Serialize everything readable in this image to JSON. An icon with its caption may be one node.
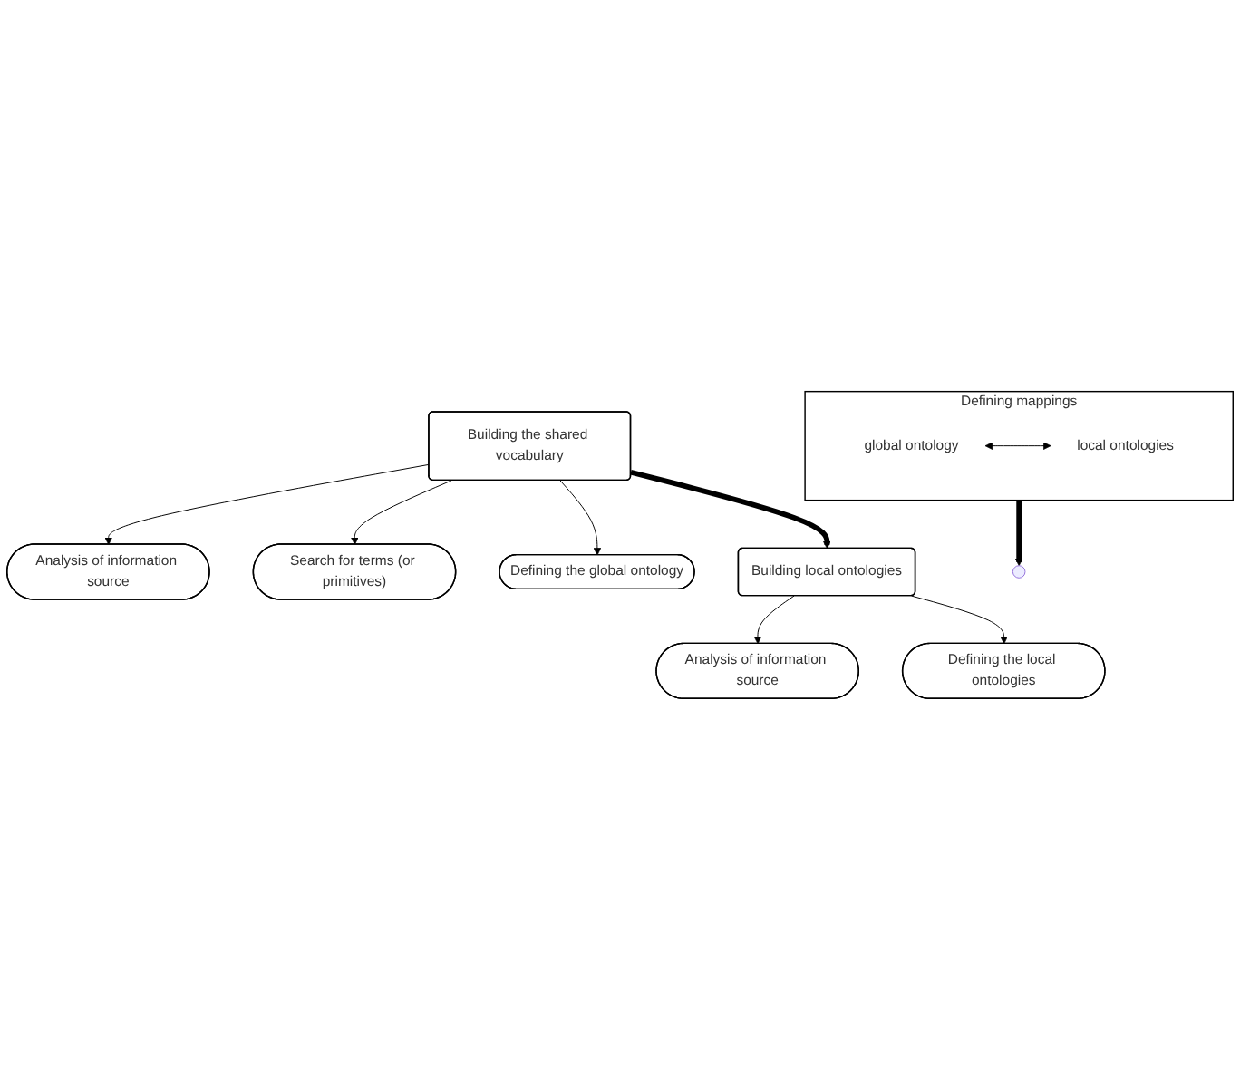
{
  "diagram": {
    "nodes": [
      {
        "text": [
          "Building the shared vocabulary"
        ]
      },
      {
        "text": [
          "Analysis of information source"
        ]
      },
      {
        "text": [
          "Search for terms (or primitives)"
        ]
      },
      {
        "text": [
          "Defining the global ontology"
        ]
      },
      {
        "text": [
          "Defining mappings"
        ]
      },
      {
        "text": [
          "global ontology"
        ],
        "in": 4
      },
      {
        "text": [
          "local ontologies"
        ],
        "in": 4
      },
      {
        "text": [
          "Building local ontologies"
        ]
      },
      {
        "text": [
          "Analysis of information source"
        ]
      },
      {
        "text": [
          "Defining the local ontologies"
        ]
      }
    ],
    "edges": [
      {
        "from": 0,
        "to": 1,
        "arrow": "to"
      },
      {
        "from": 0,
        "to": 2,
        "arrow": "to"
      },
      {
        "from": 0,
        "to": 3,
        "arrow": "to"
      },
      {
        "from": 0,
        "to": 7,
        "arrow": "to",
        "style": "thick"
      },
      {
        "from": 4,
        "to": null,
        "arrow": "to",
        "style": "thick"
      },
      {
        "from": 5,
        "to": 6,
        "arrow": "both"
      },
      {
        "from": 7,
        "to": 8,
        "arrow": "to"
      },
      {
        "from": 7,
        "to": 9,
        "arrow": "to"
      }
    ]
  }
}
